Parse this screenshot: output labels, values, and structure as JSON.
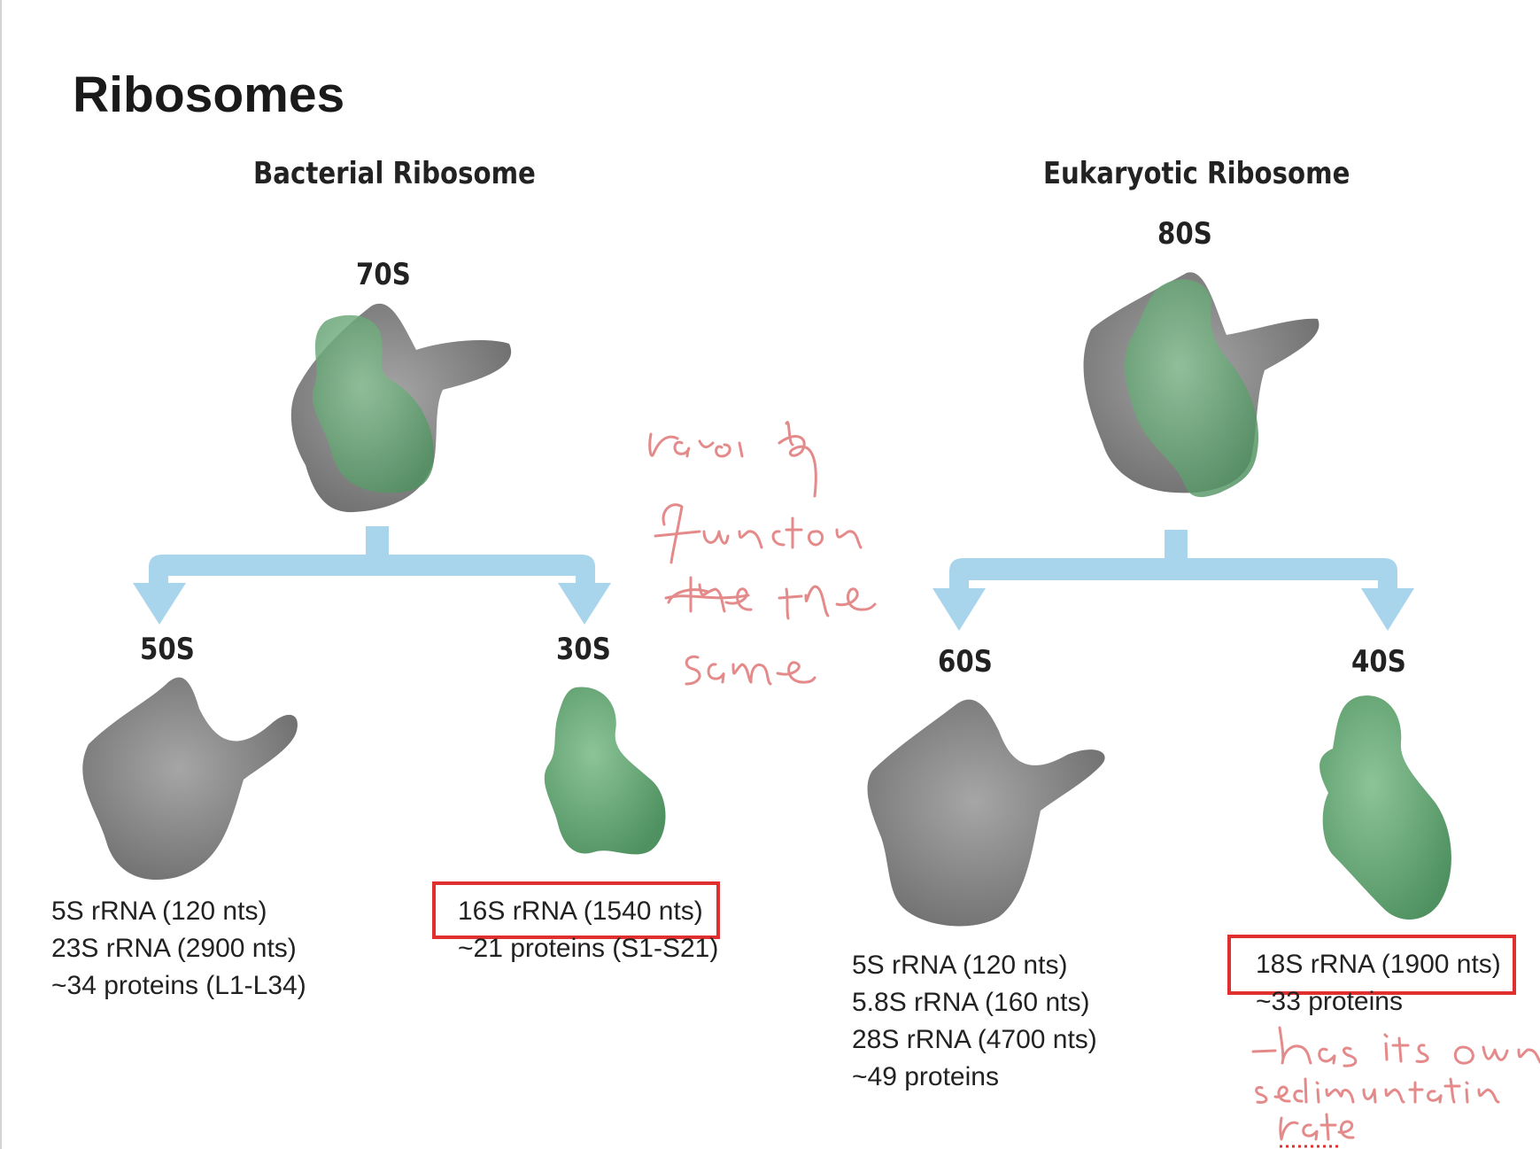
{
  "title": "Ribosomes",
  "bacterial": {
    "heading": "Bacterial Ribosome",
    "whole": "70S",
    "large": {
      "label": "50S",
      "components": [
        "5S rRNA (120 nts)",
        "23S rRNA (2900 nts)",
        "~34 proteins (L1-L34)"
      ]
    },
    "small": {
      "label": "30S",
      "highlighted": "16S rRNA (1540 nts)",
      "components": [
        "~21 proteins (S1-S21)"
      ]
    }
  },
  "eukaryotic": {
    "heading": "Eukaryotic Ribosome",
    "whole": "80S",
    "large": {
      "label": "60S",
      "components": [
        "5S rRNA (120 nts)",
        "5.8S rRNA (160 nts)",
        "28S rRNA (4700 nts)",
        "~49 proteins"
      ]
    },
    "small": {
      "label": "40S",
      "highlighted": "18S rRNA (1900 nts)",
      "components": [
        "~33 proteins"
      ]
    }
  },
  "annotations": {
    "middle_note": "ratio & function the the same",
    "right_note": "-has its own sedimentation rate"
  },
  "colors": {
    "large_subunit": "#8e8e8e",
    "small_subunit": "#6fae7c",
    "arrow": "#a8d4ec",
    "highlight_box": "#e02f2f",
    "handwriting": "#e48a8a"
  }
}
